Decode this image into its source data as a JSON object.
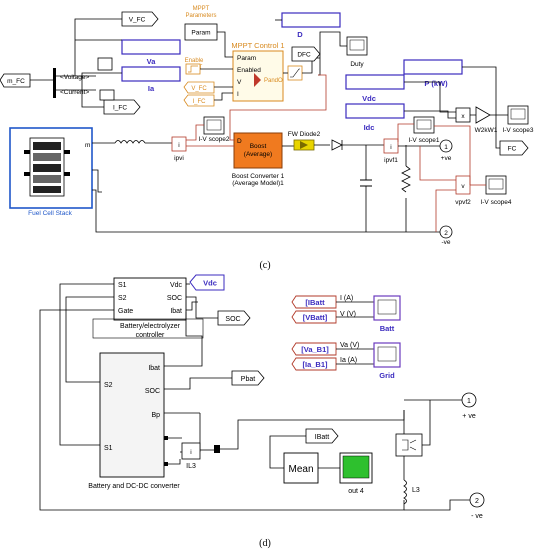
{
  "panel_c": {
    "caption": "(c)",
    "goto": {
      "v_fc": "V_FC",
      "i_fc": "I_FC",
      "fc": "FC",
      "duty": "Duty"
    },
    "from": {
      "m_fc": "m_FC"
    },
    "displays": {
      "va": "Va",
      "ia": "Ia",
      "d": "D",
      "vdc": "Vdc",
      "idc": "Idc",
      "p_kw": "P (kW)"
    },
    "mppt_params_label": "MPPT\nParameters",
    "param_label": "Param",
    "mppt_control_title": "MPPT Control 1",
    "mppt_ports": [
      "Param",
      "Enabled",
      "V",
      "I"
    ],
    "mppt_algo": "PandO",
    "enable_mppt_label": "Enable\nMPPT",
    "v_fc_tag": "V_FC",
    "i_fc_tag": "I_FC",
    "dfc_label": "DFC",
    "bus_voltage": "<Voltage>",
    "bus_current": "<Current>",
    "fc_stack_label": "Fuel Cell Stack",
    "fc_port_m": "m",
    "boost_label": "Boost\n(Average)",
    "boost_port_d": "D",
    "boost_caption": "Boost Converter 1\n(Average Model)1",
    "fw_diode": "FW Diode2",
    "ipvi": "ipvi",
    "ipvf": "ipvf1",
    "vpvf": "vpvf2",
    "iv_scope2": "I-V scope2",
    "iv_scope1": "I-V scope1",
    "iv_scope3": "I-V scope3",
    "iv_scope4": "I-V scope4",
    "w2kw": "W2kW1",
    "port1": "1",
    "port1_label": "+ve",
    "port2": "2",
    "port2_label": "-ve",
    "mult_x": "x"
  },
  "panel_d": {
    "caption": "(d)",
    "ctrl_ports_left": [
      "S1",
      "S2",
      "Gate"
    ],
    "ctrl_ports_right": [
      "Vdc",
      "SOC",
      "Ibat"
    ],
    "ctrl_label": "Battery/electrolyzer\ncontroller",
    "from_vdc": "Vdc",
    "goto_soc": "SOC",
    "goto_pbat": "Pbat",
    "goto_ibatt": "IBatt",
    "batt_ports_left": [
      "S2",
      "S1"
    ],
    "batt_ports_right": [
      "Ibat",
      "SOC",
      "Bp"
    ],
    "batt_label": "Battery and DC-DC converter",
    "il3": "IL3",
    "l3": "L3",
    "mean_label": "Mean",
    "out4": "out 4",
    "batt_scope_in": [
      "[IBatt",
      "[VBatt]"
    ],
    "batt_scope_lbl": [
      "I  (A)",
      "V  (V)"
    ],
    "batt_scope": "Batt",
    "grid_scope_in": [
      "[Va_B1]",
      "[Ia_B1]"
    ],
    "grid_scope_lbl": [
      "Va (V)",
      "Ia (A)"
    ],
    "grid_scope": "Grid",
    "port1": "1",
    "port1_label": "+ ve",
    "port2": "2",
    "port2_label": "- ve"
  }
}
